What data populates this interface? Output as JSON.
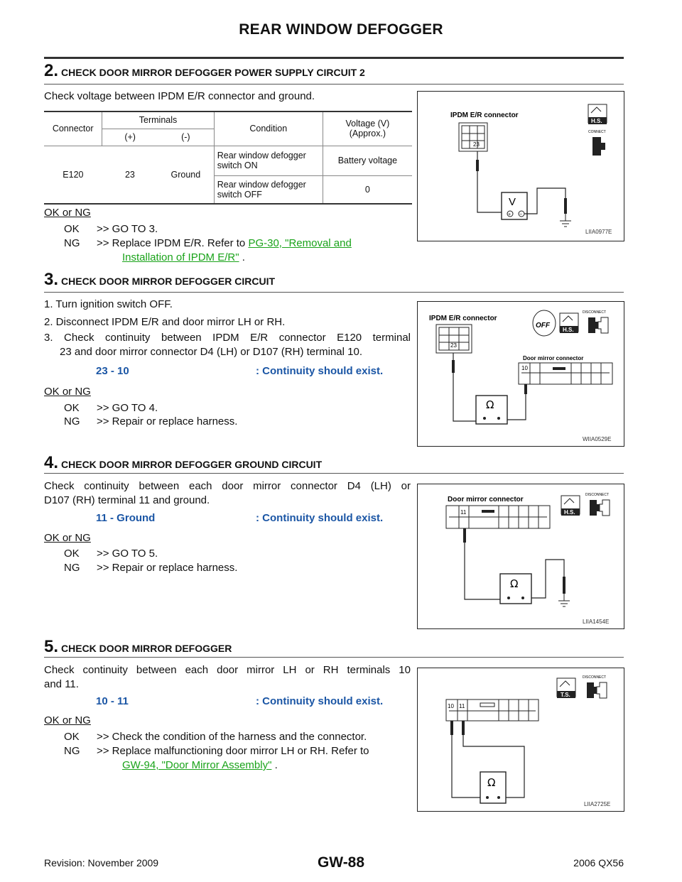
{
  "header": {
    "title": "REAR WINDOW DEFOGGER"
  },
  "step2": {
    "num": "2.",
    "title": "CHECK DOOR MIRROR DEFOGGER POWER SUPPLY CIRCUIT 2",
    "instruction": "Check voltage between IPDM E/R connector and ground.",
    "table": {
      "h_connector": "Connector",
      "h_terminals": "Terminals",
      "h_plus": "(+)",
      "h_minus": "(-)",
      "h_condition": "Condition",
      "h_voltage_1": "Voltage (V)",
      "h_voltage_2": "(Approx.)",
      "connector": "E120",
      "plus": "23",
      "minus": "Ground",
      "cond1_1": "Rear window defogger",
      "cond1_2": "switch ON",
      "volt1": "Battery voltage",
      "cond2_1": "Rear window defogger",
      "cond2_2": "switch OFF",
      "volt2": "0"
    },
    "okng": "OK or NG",
    "ok_key": "OK",
    "ok_text": ">> GO TO 3.",
    "ng_key": "NG",
    "ng_text_pre": ">> Replace IPDM E/R. Refer to",
    "ng_link1": "PG-30, \"Removal and",
    "ng_link2": "Installation of IPDM E/R\"",
    "ng_post": ".",
    "figure": {
      "label": "IPDM E/R connector",
      "pin": "23",
      "meter": "V",
      "plus": "+",
      "minus": "−",
      "hs": "H.S.",
      "connect": "CONNECT",
      "id": "LIIA0977E"
    }
  },
  "step3": {
    "num": "3.",
    "title": "CHECK DOOR MIRROR DEFOGGER CIRCUIT",
    "list": [
      "1. Turn ignition switch OFF.",
      "2. Disconnect IPDM E/R and door mirror LH or RH.",
      "3. Check continuity between IPDM E/R connector E120 terminal",
      "23 and door mirror connector D4 (LH) or D107 (RH) terminal 10."
    ],
    "spec_left": "23 - 10",
    "spec_right": ": Continuity should exist.",
    "okng": "OK or NG",
    "ok_key": "OK",
    "ok_text": ">> GO TO 4.",
    "ng_key": "NG",
    "ng_text": ">> Repair or replace harness.",
    "figure": {
      "label1": "IPDM E/R connector",
      "pin1": "23",
      "label2": "Door mirror connector",
      "pin2": "10",
      "meter": "Ω",
      "off": "OFF",
      "hs": "H.S.",
      "disconnect": "DISCONNECT",
      "id": "WIIA0529E"
    }
  },
  "step4": {
    "num": "4.",
    "title": "CHECK DOOR MIRROR DEFOGGER GROUND CIRCUIT",
    "p1": "Check continuity between each door mirror connector D4 (LH) or",
    "p2": "D107 (RH) terminal 11 and ground.",
    "spec_left": "11 - Ground",
    "spec_right": ": Continuity should exist.",
    "okng": "OK or NG",
    "ok_key": "OK",
    "ok_text": ">> GO TO 5.",
    "ng_key": "NG",
    "ng_text": ">> Repair or replace harness.",
    "figure": {
      "label": "Door mirror connector",
      "pin": "11",
      "meter": "Ω",
      "hs": "H.S.",
      "disconnect": "DISCONNECT",
      "id": "LIIA1454E"
    }
  },
  "step5": {
    "num": "5.",
    "title": "CHECK DOOR MIRROR DEFOGGER",
    "p1": "Check continuity between each door mirror LH or RH terminals 10",
    "p2": "and 11.",
    "spec_left": "10 - 11",
    "spec_right": ": Continuity should exist.",
    "okng": "OK or NG",
    "ok_key": "OK",
    "ok_text": ">> Check the condition of the harness and the connector.",
    "ng_key": "NG",
    "ng_text": ">> Replace malfunctioning door mirror LH or RH. Refer to",
    "ng_link": "GW-94, \"Door Mirror Assembly\"",
    "ng_post": ".",
    "figure": {
      "pin1": "10",
      "pin2": "11",
      "meter": "Ω",
      "ts": "T.S.",
      "disconnect": "DISCONNECT",
      "id": "LIIA2725E"
    }
  },
  "footer": {
    "revision": "Revision: November 2009",
    "page": "GW-88",
    "model": "2006 QX56"
  }
}
